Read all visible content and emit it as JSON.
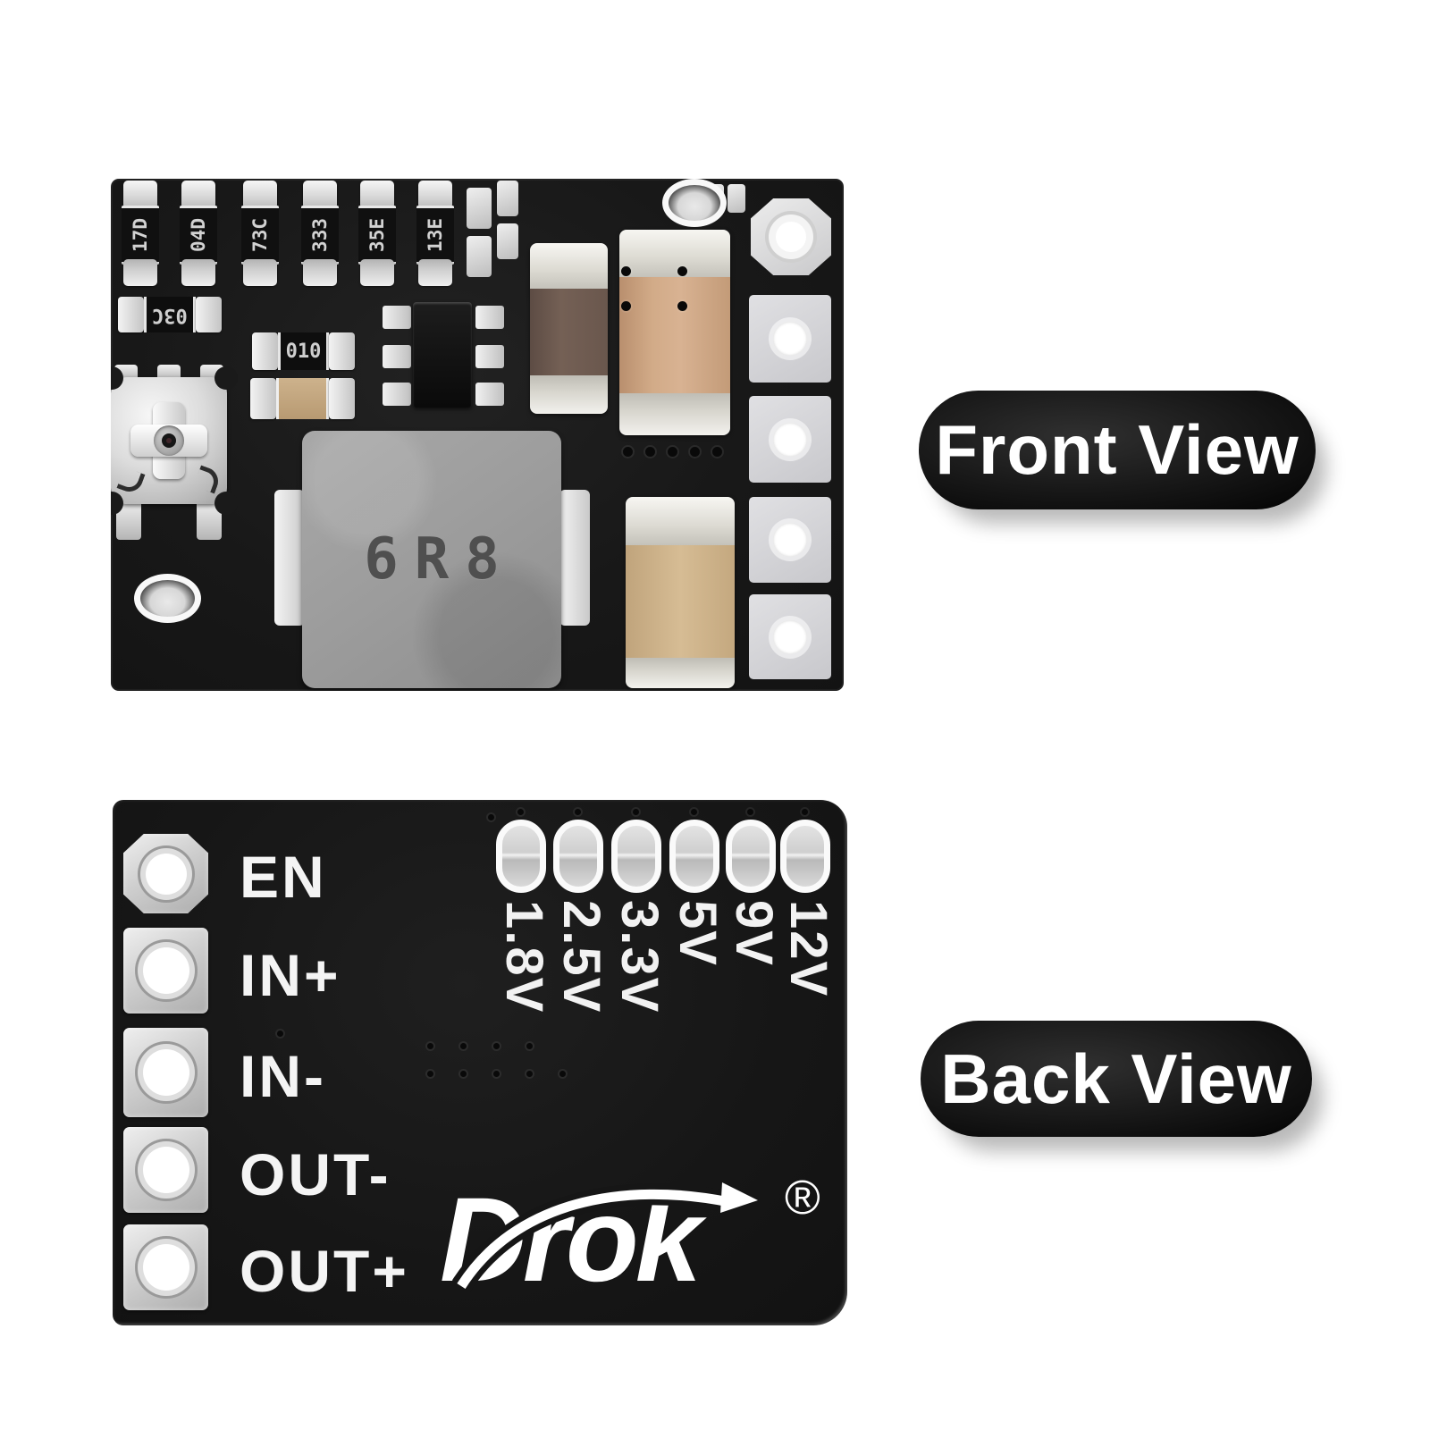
{
  "front_view": {
    "label": "Front View",
    "board": {
      "resistors": [
        "17D",
        "04D",
        "73C",
        "333",
        "35E",
        "13E"
      ],
      "resistor_left": "03C",
      "diode_marking": "010",
      "inductor_marking": "6R8"
    }
  },
  "back_view": {
    "label": "Back View",
    "pins": [
      "EN",
      "IN+",
      "IN-",
      "OUT-",
      "OUT+"
    ],
    "voltages": [
      "1.8V",
      "2.5V",
      "3.3V",
      "5V",
      "9V",
      "12V"
    ],
    "logo_text": "Drok",
    "registered_mark": "®"
  },
  "colors": {
    "background": "#ffffff",
    "pcb_black": "#181818",
    "silkscreen_white": "#f4f4f4",
    "pad_silver": "#d9d9d9",
    "pad_light_gray": "#d4d4d8",
    "capacitor_tan": "#c9a183",
    "capacitor_brown": "#6e5a50",
    "inductor_gray": "#9e9e9e",
    "pill_background": "#111111",
    "pill_text": "#ffffff"
  }
}
